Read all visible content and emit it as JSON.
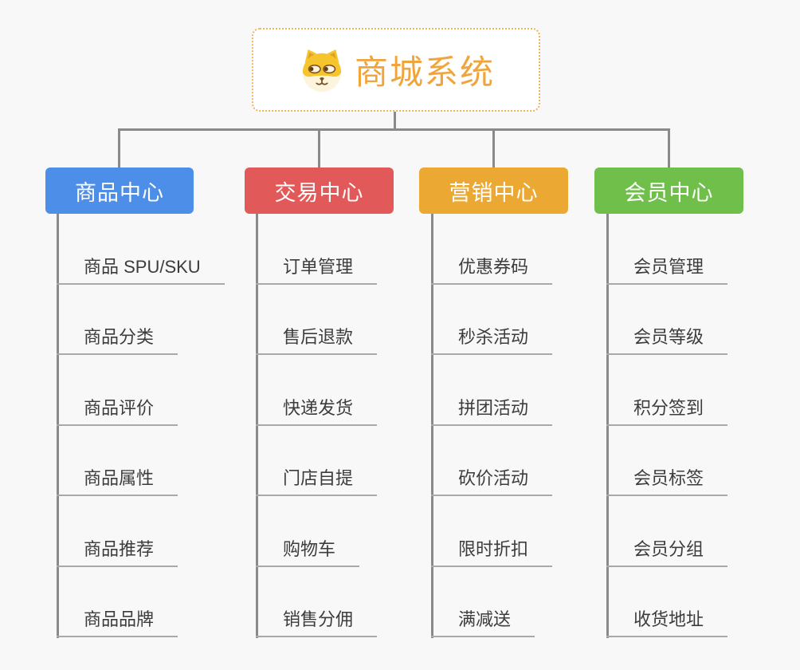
{
  "root": {
    "title": "商城系统",
    "icon": "dog-face-icon"
  },
  "branches": [
    {
      "label": "商品中心",
      "color": "#4d8fe8",
      "items": [
        "商品 SPU/SKU",
        "商品分类",
        "商品评价",
        "商品属性",
        "商品推荐",
        "商品品牌"
      ]
    },
    {
      "label": "交易中心",
      "color": "#e25959",
      "items": [
        "订单管理",
        "售后退款",
        "快递发货",
        "门店自提",
        "购物车",
        "销售分佣"
      ]
    },
    {
      "label": "营销中心",
      "color": "#eba833",
      "items": [
        "优惠券码",
        "秒杀活动",
        "拼团活动",
        "砍价活动",
        "限时折扣",
        "满减送"
      ]
    },
    {
      "label": "会员中心",
      "color": "#6fbf4a",
      "items": [
        "会员管理",
        "会员等级",
        "积分签到",
        "会员标签",
        "会员分组",
        "收货地址"
      ]
    }
  ],
  "theme": {
    "background": "#f8f8f8",
    "connector_color": "#8a8a8a",
    "underline_color": "#a9a9a9",
    "item_text_color": "#3c3c3c",
    "root_text_color": "#f0a53c",
    "root_border_color": "#f0b45a"
  }
}
